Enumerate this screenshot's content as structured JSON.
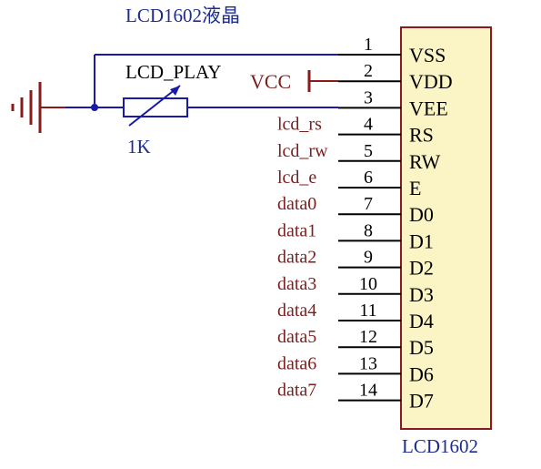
{
  "title": "LCD1602液晶",
  "component": {
    "ref": "LCD1602",
    "body_color": "#fbf4c4",
    "body_border_color": "#8b1a1a",
    "wire_color": "#1a1aa8",
    "pin_line_color": "#000000",
    "pins": [
      {
        "num": "1",
        "name": "VSS",
        "net": ""
      },
      {
        "num": "2",
        "name": "VDD",
        "net": ""
      },
      {
        "num": "3",
        "name": "VEE",
        "net": ""
      },
      {
        "num": "4",
        "name": "RS",
        "net": "lcd_rs"
      },
      {
        "num": "5",
        "name": "RW",
        "net": "lcd_rw"
      },
      {
        "num": "6",
        "name": "E",
        "net": "lcd_e"
      },
      {
        "num": "7",
        "name": "D0",
        "net": "data0"
      },
      {
        "num": "8",
        "name": "D1",
        "net": "data1"
      },
      {
        "num": "9",
        "name": "D2",
        "net": "data2"
      },
      {
        "num": "10",
        "name": "D3",
        "net": "data3"
      },
      {
        "num": "11",
        "name": "D4",
        "net": "data4"
      },
      {
        "num": "12",
        "name": "D5",
        "net": "data5"
      },
      {
        "num": "13",
        "name": "D6",
        "net": "data6"
      },
      {
        "num": "14",
        "name": "D7",
        "net": "data7"
      }
    ]
  },
  "potentiometer": {
    "ref": "LCD_PLAY",
    "value": "1K"
  },
  "power": {
    "vcc_label": "VCC"
  },
  "ground": {
    "icon": "ground-icon",
    "color": "#8b1a1a"
  }
}
